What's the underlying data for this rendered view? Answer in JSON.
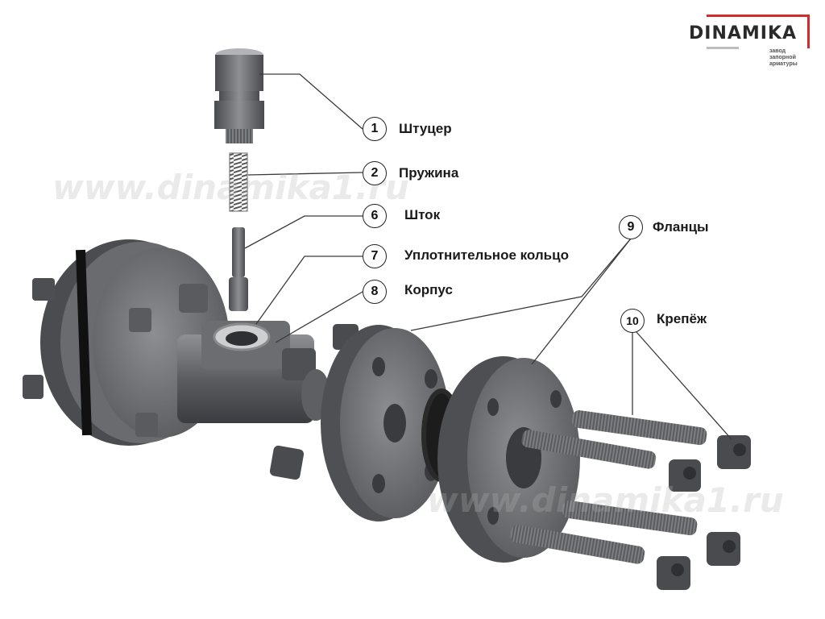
{
  "logo": {
    "word": "DINAMIKA",
    "subtitle": "завод запорной арматуры"
  },
  "watermark": {
    "text": "www.dinamika1.ru"
  },
  "callouts": [
    {
      "number": "1",
      "label": "Штуцер"
    },
    {
      "number": "2",
      "label": "Пружина"
    },
    {
      "number": "6",
      "label": "Шток"
    },
    {
      "number": "7",
      "label": "Уплотнительное кольцо"
    },
    {
      "number": "8",
      "label": "Корпус"
    },
    {
      "number": "9",
      "label": "Фланцы"
    },
    {
      "number": "10",
      "label": "Крепёж"
    }
  ],
  "colors": {
    "metal_dark": "#3f4043",
    "metal_mid": "#6c6d70",
    "metal_light": "#a9aaad",
    "logo_red": "#d32a2a",
    "gasket": "#1c1c1c"
  }
}
